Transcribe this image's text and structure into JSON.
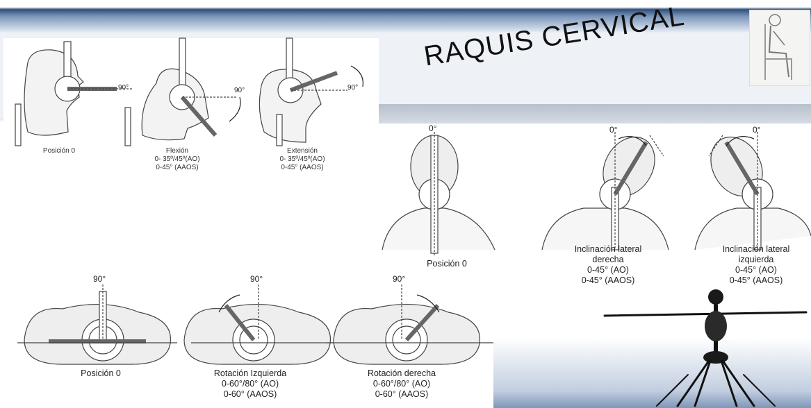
{
  "title": "RAQUIS CERVICAL",
  "sagittal": {
    "items": [
      {
        "label": "Posición 0",
        "l2": "",
        "l3": "",
        "angle": "90°"
      },
      {
        "label": "Flexión",
        "l2": "0- 35º/45º(AO)",
        "l3": "0-45° (AAOS)",
        "angle": "90°"
      },
      {
        "label": "Extensión",
        "l2": "0- 35º/45º(AO)",
        "l3": "0-45° (AAOS)",
        "angle": "90°"
      }
    ]
  },
  "lateral": {
    "items": [
      {
        "label": "Posición 0",
        "l2": "",
        "l3": "",
        "l4": "",
        "angle": "0°"
      },
      {
        "label": "Inclinación lateral",
        "l2": "derecha",
        "l3": "0-45° (AO)",
        "l4": "0-45° (AAOS)",
        "angle": "0°"
      },
      {
        "label": "Inclinación lateral",
        "l2": "izquierda",
        "l3": "0-45° (AO)",
        "l4": "0-45° (AAOS)",
        "angle": "0°"
      }
    ]
  },
  "rotation": {
    "items": [
      {
        "label": "Posición 0",
        "l2": "",
        "l3": "",
        "angle": "90°"
      },
      {
        "label": "Rotación Izquierda",
        "l2": "0-60°/80° (AO)",
        "l3": "0-60° (AAOS)",
        "angle": "90°"
      },
      {
        "label": "Rotación derecha",
        "l2": "0-60°/80° (AO)",
        "l3": "0-60° (AAOS)",
        "angle": "90°"
      }
    ]
  },
  "colors": {
    "accent": "#5f7fa6",
    "ink": "#222222"
  }
}
